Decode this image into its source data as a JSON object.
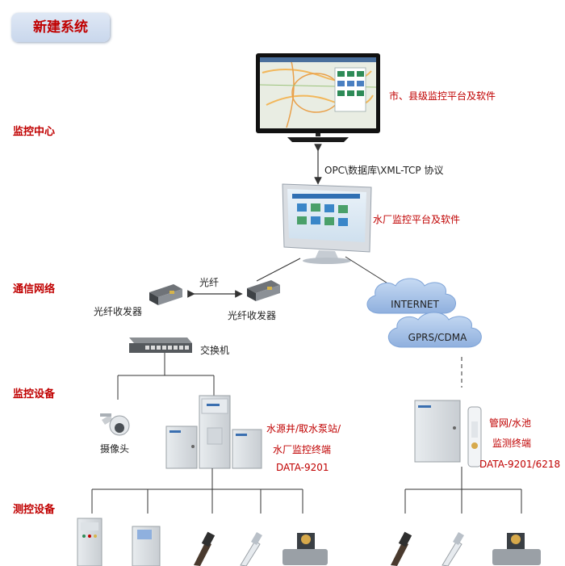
{
  "title": "新建系统",
  "sections": {
    "monitor_center": "监控中心",
    "comm_network": "通信网络",
    "monitor_device": "监控设备",
    "measure_device": "测控设备"
  },
  "labels": {
    "city_platform": "市、县级监控平台及软件",
    "protocol": "OPC\\数据库\\XML-TCP 协议",
    "plant_platform": "水厂监控平台及软件",
    "fiber": "光纤",
    "transceiver_left": "光纤收发器",
    "transceiver_right": "光纤收发器",
    "switch": "交换机",
    "internet": "INTERNET",
    "gprs": "GPRS/CDMA",
    "camera": "摄像头",
    "water_terminal_1": "水源井/取水泵站/",
    "water_terminal_2": "水厂监控终端",
    "water_terminal_model": "DATA-9201",
    "pipe_terminal_1": "管网/水池",
    "pipe_terminal_2": "监测终端",
    "pipe_terminal_model": "DATA-9201/6218"
  },
  "colors": {
    "accent_red": "#c00000",
    "cloud": "#7fa4d8",
    "line": "#333333"
  }
}
